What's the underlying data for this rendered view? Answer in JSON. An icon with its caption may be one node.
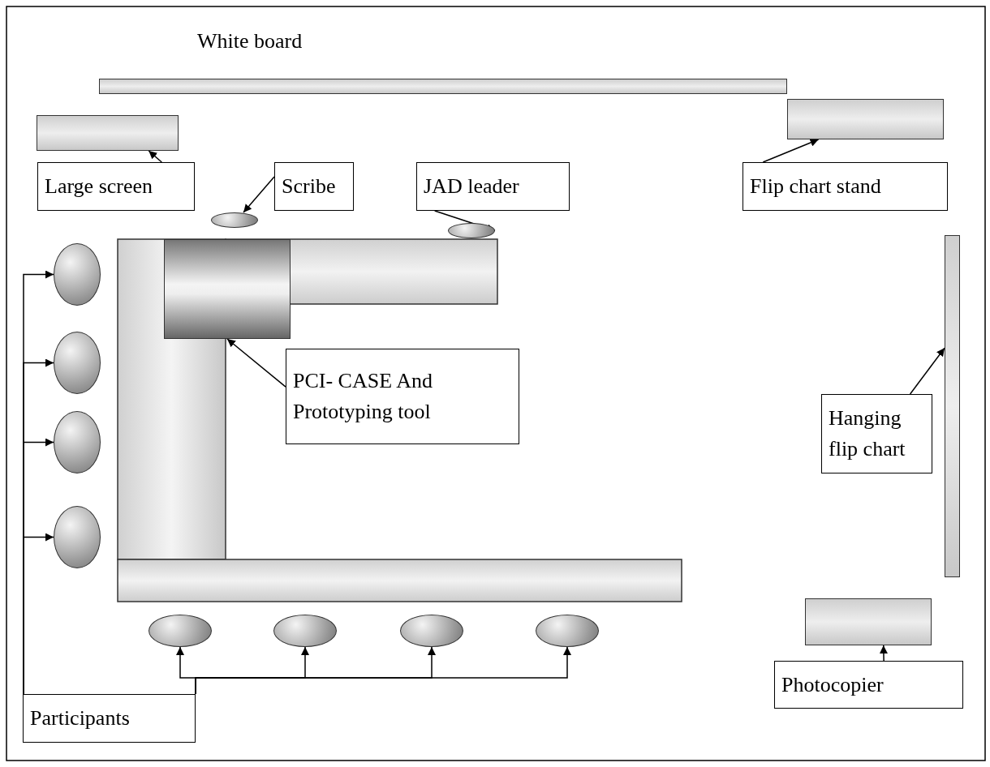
{
  "diagram": {
    "nodes": [
      {
        "text": [
          "White board"
        ]
      },
      {
        "text": [],
        "shape": "bar"
      },
      {
        "text": [
          "Large screen"
        ]
      },
      {
        "text": [
          "Scribe"
        ]
      },
      {
        "text": [
          "JAD leader"
        ]
      },
      {
        "text": [
          "Flip chart stand"
        ]
      },
      {
        "text": [],
        "shape": "bar"
      },
      {
        "text": [],
        "shape": "circle"
      },
      {
        "text": [],
        "shape": "circle"
      },
      {
        "text": [],
        "shape": "box"
      },
      {
        "text": [
          "PCI- CASE And Prototyping tool"
        ]
      },
      {
        "text": [],
        "shape": "bar"
      },
      {
        "text": [
          "Hanging flip chart"
        ]
      },
      {
        "text": [],
        "shape": "bar"
      },
      {
        "text": [
          "Photocopier"
        ]
      },
      {
        "text": [
          "Participants"
        ]
      },
      {
        "text": [],
        "shape": "circle"
      },
      {
        "text": [],
        "shape": "circle"
      },
      {
        "text": [],
        "shape": "circle"
      },
      {
        "text": [],
        "shape": "circle"
      },
      {
        "text": [],
        "shape": "circle"
      },
      {
        "text": [],
        "shape": "circle"
      },
      {
        "text": [],
        "shape": "circle"
      },
      {
        "text": [],
        "shape": "circle"
      }
    ],
    "edges": [
      {
        "from": 2,
        "to": 1,
        "arrow": "to"
      },
      {
        "from": 3,
        "to": 7,
        "arrow": "to"
      },
      {
        "from": 4,
        "to": 8,
        "arrow": "to"
      },
      {
        "from": 5,
        "to": 6,
        "arrow": "to"
      },
      {
        "from": 10,
        "to": 9,
        "arrow": "to"
      },
      {
        "from": 12,
        "to": 11,
        "arrow": "to"
      },
      {
        "from": 14,
        "to": 13,
        "arrow": "to"
      },
      {
        "from": 15,
        "to": 16,
        "arrow": "to"
      },
      {
        "from": 15,
        "to": 17,
        "arrow": "to"
      },
      {
        "from": 15,
        "to": 18,
        "arrow": "to"
      },
      {
        "from": 15,
        "to": 19,
        "arrow": "to"
      },
      {
        "from": 15,
        "to": 20,
        "arrow": "to"
      },
      {
        "from": 15,
        "to": 21,
        "arrow": "to"
      },
      {
        "from": 15,
        "to": 22,
        "arrow": "to"
      },
      {
        "from": 15,
        "to": 23,
        "arrow": "to"
      }
    ]
  }
}
